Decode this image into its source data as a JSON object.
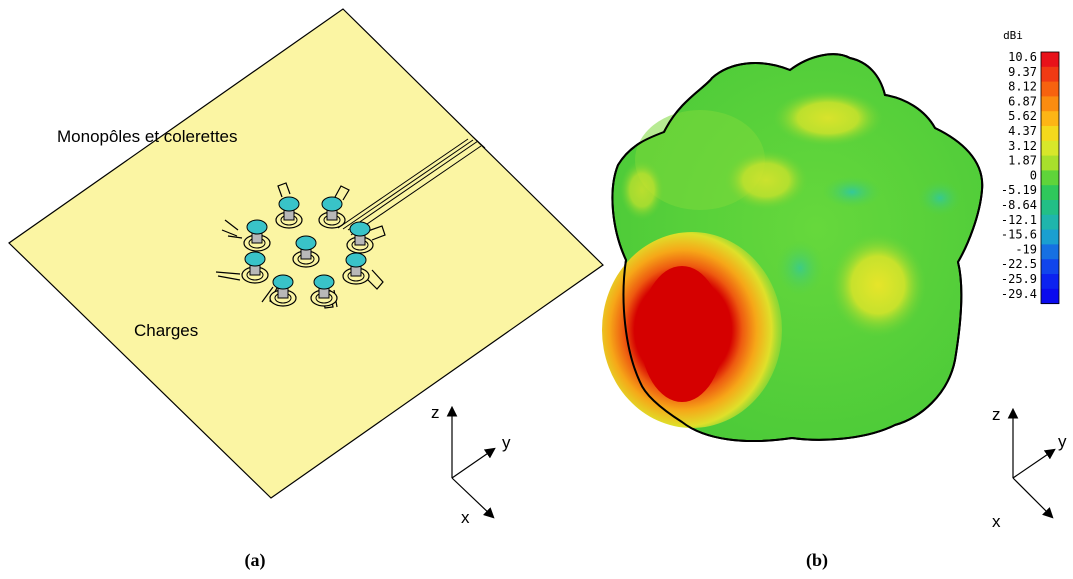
{
  "panel_a": {
    "label_monopoles": "Monopôles et colerettes",
    "label_charges": "Charges",
    "caption": "(a)",
    "axis_z": "z",
    "axis_y": "y",
    "axis_x": "x",
    "colors": {
      "plate": "#fbf5a3",
      "monopole_cap": "#39c3c8",
      "post": "#b8b8b8"
    }
  },
  "panel_b": {
    "caption": "(b)",
    "axis_z": "z",
    "axis_y": "y",
    "axis_x": "x",
    "colorbar": {
      "unit": "dBi",
      "ticks": [
        "10.6",
        "9.37",
        "8.12",
        "6.87",
        "5.62",
        "4.37",
        "3.12",
        "1.87",
        "0",
        "-5.19",
        "-8.64",
        "-12.1",
        "-15.6",
        "-19",
        "-22.5",
        "-25.9",
        "-29.4"
      ],
      "colors": [
        "#e8121a",
        "#f03a14",
        "#f7620f",
        "#fb8c10",
        "#fdb515",
        "#f4d91c",
        "#d7e72a",
        "#a8e02c",
        "#5fd43a",
        "#2fc85b",
        "#22bf86",
        "#1fb5ac",
        "#1a9fd0",
        "#1670e2",
        "#1145ec",
        "#0c22f0",
        "#0a0aee"
      ]
    },
    "colors": {
      "outline": "#000000",
      "surface_green": "#5fd43a",
      "hotspot": "#d50000"
    }
  }
}
